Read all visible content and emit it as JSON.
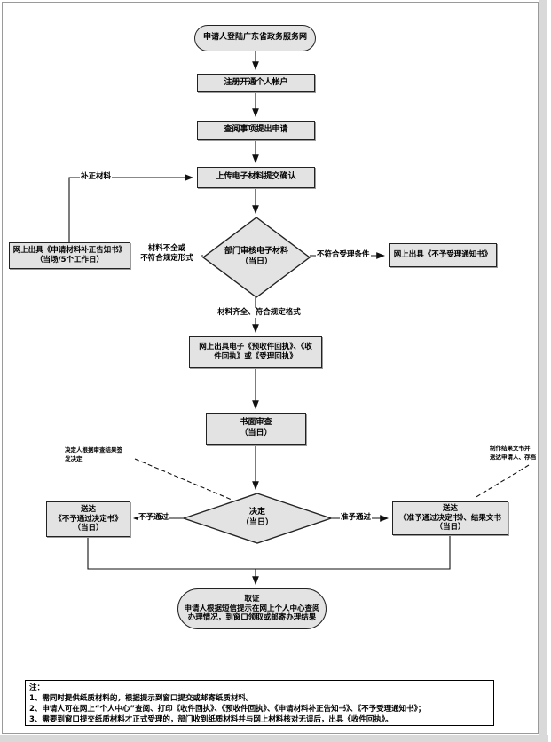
{
  "colors": {
    "shape_fill": "#e3e3e3",
    "shape_border": "#222222",
    "connector": "#111111",
    "page_bg": "#ffffff",
    "gutter": "#d9d9d9"
  },
  "nodes": {
    "start": "申请人登陆广东省政务服务网",
    "register": "注册开通个人帐户",
    "apply": "查阅事项提出申请",
    "upload": "上传电子材料提交确认",
    "review": "部门审核电子材料\n（当日）",
    "correction": "网上出具《申请材料补正告知书》\n（当场/5个工作日）",
    "reject": "网上出具《不予受理通知书》",
    "receipt": "网上出具电子《预收件回执》、《收\n件回执》或《受理回执》",
    "written_review": "书面审查\n（当日）",
    "decision": "决定\n（当日）",
    "deny": "送达\n《不予通过决定书》\n（当日）",
    "approve": "送达\n《准予通过决定书》、结果文书\n（当日）",
    "result": "取证\n申请人根据短信提示在网上个人中心查阅\n办理情况，到窗口领取或邮寄办理结果"
  },
  "edge_labels": {
    "resubmit": "补正材料",
    "incomplete": "材料不全或\n不符合规定形式",
    "not_acceptable": "不符合受理条件",
    "complete": "材料齐全、符合规定格式",
    "not_pass": "不予通过",
    "pass": "准予通过"
  },
  "annotations": {
    "decision_maker": "决定人根据审查结果签\n发决定",
    "result_doc": "制作结果文书并\n送达申请人、存档"
  },
  "note": {
    "title": "注：",
    "lines": [
      "1、需同时提供纸质材料的，根据提示到窗口提交或邮寄纸质材料。",
      "2、申请人可在网上“个人中心”查阅、打印《收件回执》、《预收件回执》、《申请材料补正告知书》、《不予受理通知书》；",
      "3、需要到窗口提交纸质材料才正式受理的，部门收到纸质材料并与网上材料核对无误后，出具《收件回执》。"
    ]
  }
}
